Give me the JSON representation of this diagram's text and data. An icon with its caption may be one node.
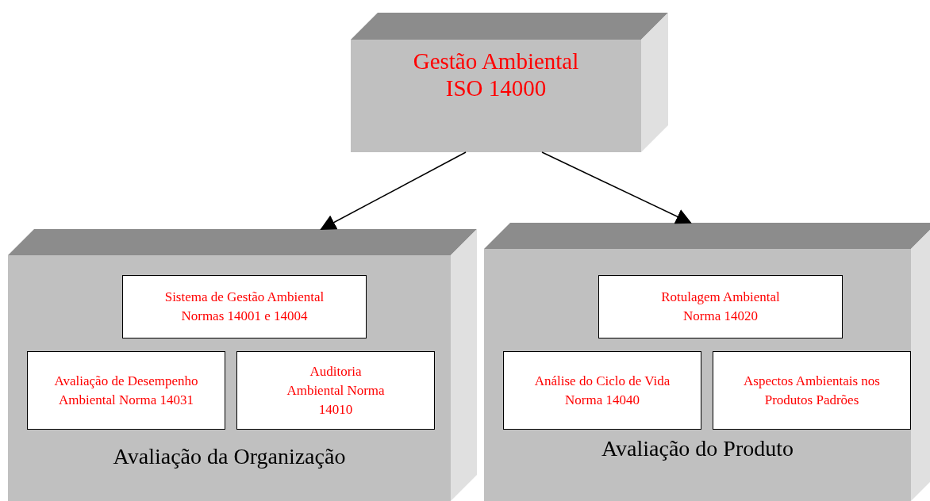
{
  "diagram": {
    "nodes": [
      {
        "text": [
          "Gestão Ambiental ISO 14000"
        ]
      },
      {
        "text": [
          "Avaliação da Organização"
        ]
      },
      {
        "text": [
          "Sistema de Gestão Ambiental Normas 14001 e 14004"
        ],
        "in": 1
      },
      {
        "text": [
          "Avaliação de Desempenho Ambiental Norma 14031"
        ],
        "in": 1
      },
      {
        "text": [
          "Auditoria Ambiental Norma 14010"
        ],
        "in": 1
      },
      {
        "text": [
          "Avaliação do Produto"
        ]
      },
      {
        "text": [
          "Rotulagem Ambiental Norma 14020"
        ],
        "in": 5
      },
      {
        "text": [
          "Análise do Ciclo de Vida Norma 14040"
        ],
        "in": 5
      },
      {
        "text": [
          "Aspectos Ambientais nos Produtos Padrões"
        ],
        "in": 5
      }
    ],
    "edges": [
      {
        "from": 0,
        "to": 1,
        "arrow": "to"
      },
      {
        "from": 0,
        "to": 5,
        "arrow": "to"
      }
    ]
  }
}
